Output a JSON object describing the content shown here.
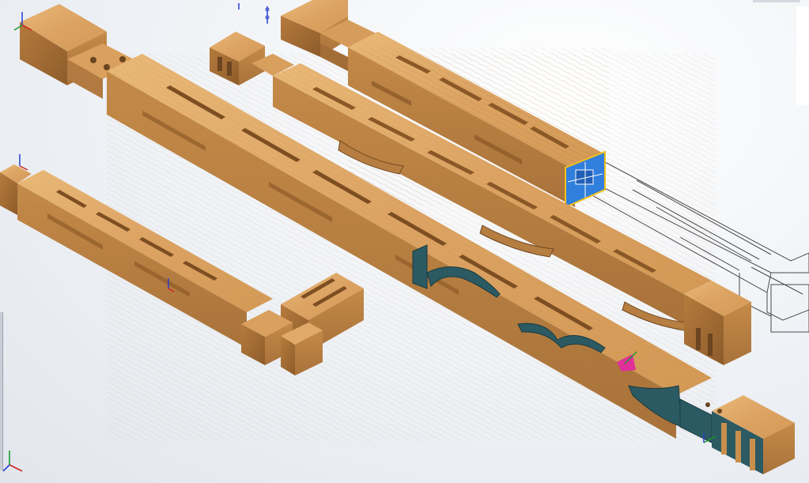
{
  "viewport": {
    "type": "3d-cad-graphics-area",
    "background": "#eef1f5"
  },
  "colors": {
    "wood_light": "#e0aa68",
    "wood_mid": "#c98f4c",
    "wood_dark": "#9e6a33",
    "wood_slot": "#7a4e22",
    "section_face": "#2c5a63",
    "selected_face": "#2f7fe0",
    "selection_outline": "#f2c21a",
    "wireframe": "#4a4a4a",
    "triad_x": "#d0241c",
    "triad_y": "#1a9a2a",
    "triad_z": "#2a3fd0",
    "triad_pink": "#e0309a"
  },
  "parts": [
    {
      "id": "long-beam-front",
      "cut": true
    },
    {
      "id": "beam-middle"
    },
    {
      "id": "beam-back-with-selected-end"
    },
    {
      "id": "wireframe-beam-ghost"
    },
    {
      "id": "assembled-tee-joint"
    }
  ],
  "icons": [
    "coordinate-triad-icon",
    "origin-marker-icon",
    "selected-face-icon"
  ]
}
